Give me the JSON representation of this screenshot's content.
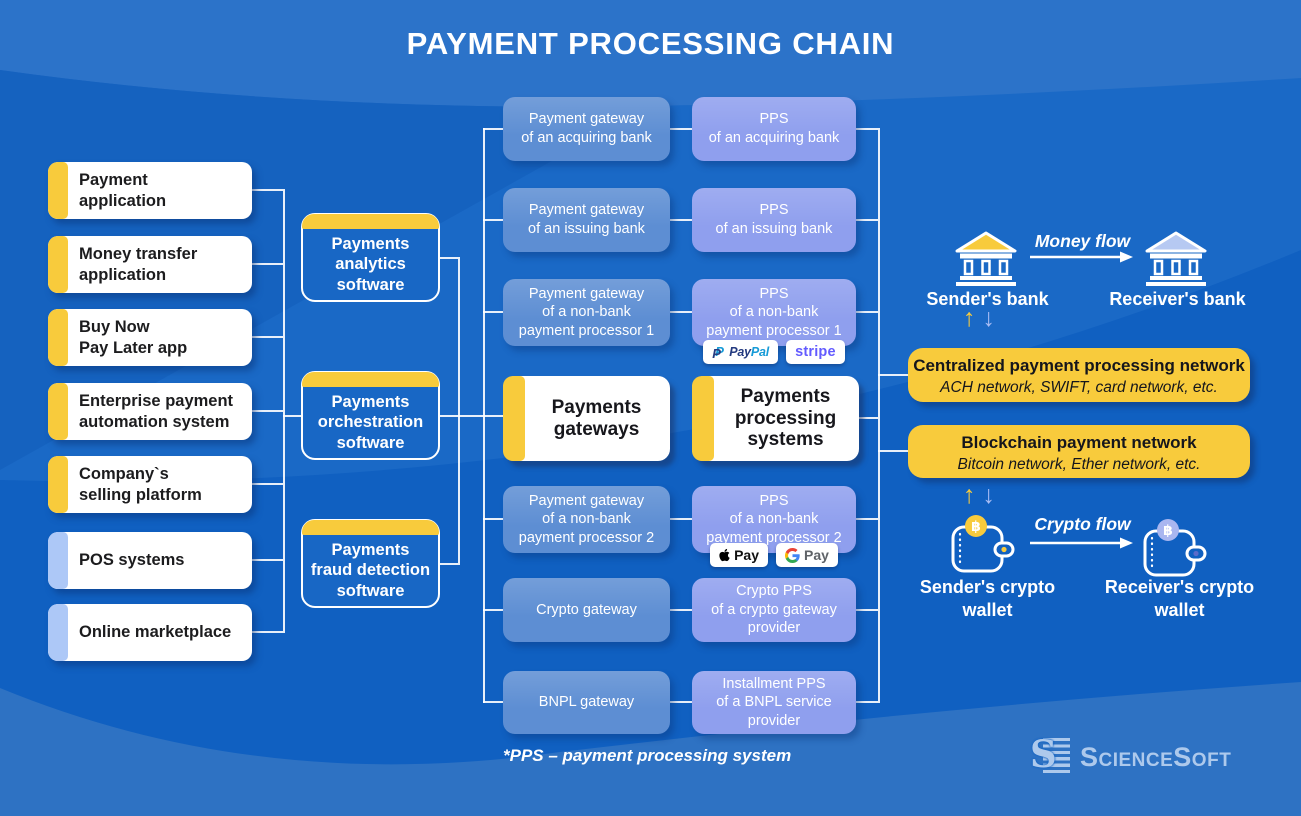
{
  "title": "PAYMENT PROCESSING CHAIN",
  "footnote": "*PPS – payment processing system",
  "brand": {
    "name": "ScienceSoft"
  },
  "icons": {
    "arrow_up": "↑",
    "arrow_down": "↓",
    "btc": "฿",
    "paypal_monogram": "P",
    "logo_glyph": "S"
  },
  "colors": {
    "background": "#1565C4",
    "accent_yellow": "#F8CB3C",
    "accent_periwinkle": "#ADC8F7",
    "gateway_box": "#5D8ED3",
    "pps_box": "#8F9FEE",
    "network_box": "#F8CB3C",
    "bank_sender_roof": "#F8CB3C",
    "bank_receiver_roof": "#B6C9F2",
    "coin_sender": "#F8CB3C",
    "coin_receiver": "#A9B6F0",
    "arrow_up": "#F8CB3C",
    "arrow_down": "#A9BDF5",
    "stripe_brand": "#635BFF",
    "paypal_dark": "#253B80",
    "paypal_light": "#179BD7",
    "google_blue": "#4285F4",
    "google_green": "#34A853",
    "google_yellow": "#FBBC05",
    "google_red": "#EA4335",
    "brand_text": "#ADC9EC"
  },
  "left_column": {
    "items": [
      {
        "label": "Payment\napplication"
      },
      {
        "label": "Money transfer\napplication"
      },
      {
        "label": "Buy Now\nPay Later app"
      },
      {
        "label": "Enterprise payment\nautomation system"
      },
      {
        "label": "Company`s\nselling platform"
      },
      {
        "label": "POS systems"
      },
      {
        "label": "Online marketplace"
      }
    ]
  },
  "software_column": {
    "items": [
      {
        "label": "Payments\nanalytics\nsoftware"
      },
      {
        "label": "Payments\norchestration\nsoftware"
      },
      {
        "label": "Payments\nfraud detection\nsoftware"
      }
    ]
  },
  "gateway_column": {
    "header": "Payments\ngateways",
    "items": [
      {
        "label": "Payment gateway\nof an acquiring bank"
      },
      {
        "label": "Payment gateway\nof an issuing bank"
      },
      {
        "label": "Payment gateway\nof a non-bank\npayment processor 1"
      },
      {
        "label": "Payment gateway\nof a non-bank\npayment processor 2"
      },
      {
        "label": "Crypto gateway"
      },
      {
        "label": "BNPL gateway"
      }
    ]
  },
  "pps_column": {
    "header": "Payments\nprocessing\nsystems",
    "items": [
      {
        "label": "PPS\nof an acquiring bank"
      },
      {
        "label": "PPS\nof an issuing bank"
      },
      {
        "label": "PPS\nof a non-bank\npayment processor 1"
      },
      {
        "label": "PPS\nof a non-bank\npayment processor 2"
      },
      {
        "label": "Crypto PPS\nof a crypto gateway\nprovider"
      },
      {
        "label": "Installment PPS\nof a BNPL service\nprovider"
      }
    ]
  },
  "badges": {
    "paypal": {
      "pay": "Pay",
      "pal": "Pal"
    },
    "stripe": "stripe",
    "apple_pay": "Pay",
    "google_pay": "Pay"
  },
  "money_network": {
    "sender": "Sender's bank",
    "receiver": "Receiver's bank",
    "flow": "Money flow",
    "box_title": "Centralized payment processing network",
    "box_subtitle": "ACH network, SWIFT, card network, etc."
  },
  "crypto_network": {
    "sender": "Sender's crypto\nwallet",
    "receiver": "Receiver's crypto\nwallet",
    "flow": "Crypto flow",
    "box_title": "Blockchain payment network",
    "box_subtitle": "Bitcoin network, Ether network, etc."
  }
}
